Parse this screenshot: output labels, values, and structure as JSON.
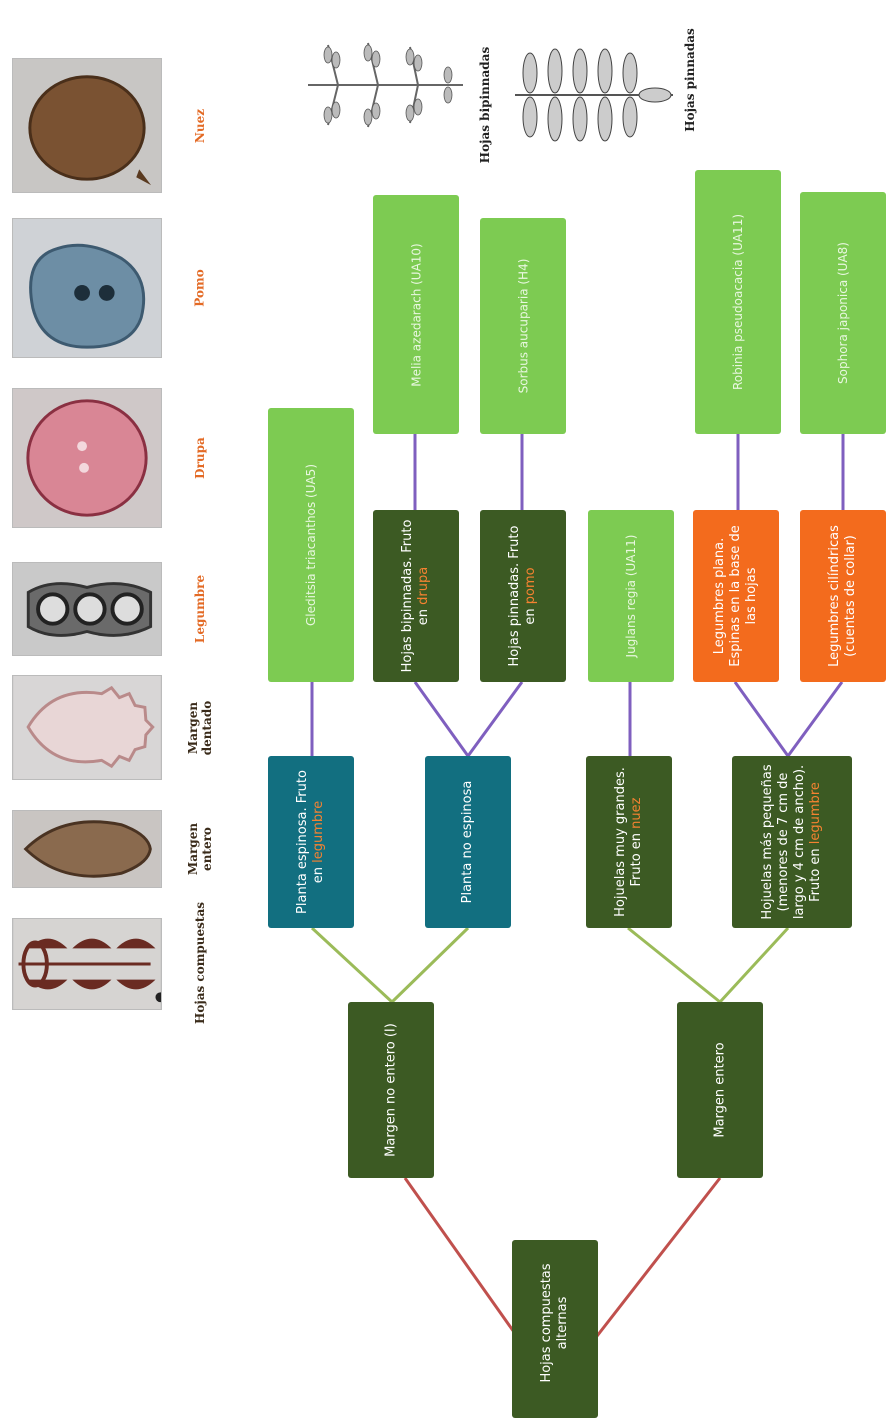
{
  "thumbnails": [
    {
      "name": "nuez",
      "label": "Nuez"
    },
    {
      "name": "pomo",
      "label": "Pomo"
    },
    {
      "name": "drupa",
      "label": "Drupa"
    },
    {
      "name": "legumbre",
      "label": "Legumbre"
    },
    {
      "name": "margen-dentado",
      "label": "Margen dentado"
    },
    {
      "name": "margen-entero",
      "label": "Margen entero"
    },
    {
      "name": "hojas-compuestas",
      "label": "Hojas compuestas"
    }
  ],
  "leaf_labels": {
    "bipinnate": "Hojas bipinnadas",
    "pinnate": "Hojas pinnadas"
  },
  "tree": {
    "root": "Hojas compuestas alternas",
    "margen_no_entero": "Margen no entero (I)",
    "margen_entero": "Margen entero",
    "planta_espinosa": {
      "text": "Planta espinosa. Fruto en ",
      "fruit": "legumbre"
    },
    "planta_no_espinosa": "Planta no espinosa",
    "hojuelas_grandes": {
      "text": "Hojuelas muy grandes. Fruto en ",
      "fruit": "nuez"
    },
    "hojuelas_pequenas": {
      "text": "Hojuelas más pequeñas (menores de 7 cm de largo y 4 cm de ancho). Fruto en ",
      "fruit": "legumbre"
    },
    "bipinnadas_drupa": {
      "text": "Hojas bipinnadas. Fruto en ",
      "fruit": "drupa"
    },
    "pinnadas_pomo": {
      "text": "Hojas pinnadas. Fruto en ",
      "fruit": "pomo"
    },
    "legumbres_plana": "Legumbres plana. Espinas en la base de las hojas",
    "legumbres_cilindricas": "Legumbres cilíndricas (cuentas de collar)"
  },
  "species": {
    "gleditsia": "Gleditsia triacanthos (UA5)",
    "melia": "Melia azedarach (UA10)",
    "sorbus": "Sorbus aucuparia (H4)",
    "juglans": "Juglans regia (UA11)",
    "robinia": "Robinia pseudoacacia (UA11)",
    "sophora": "Sophora japonica (UA8)"
  },
  "colors": {
    "dark_green": "#3c5a23",
    "teal": "#126f80",
    "light_green": "#7dcb52",
    "orange": "#f36b1d",
    "line_red": "#c0504d",
    "line_yellowgreen": "#9bbb59",
    "line_purple": "#7f5fbf"
  }
}
